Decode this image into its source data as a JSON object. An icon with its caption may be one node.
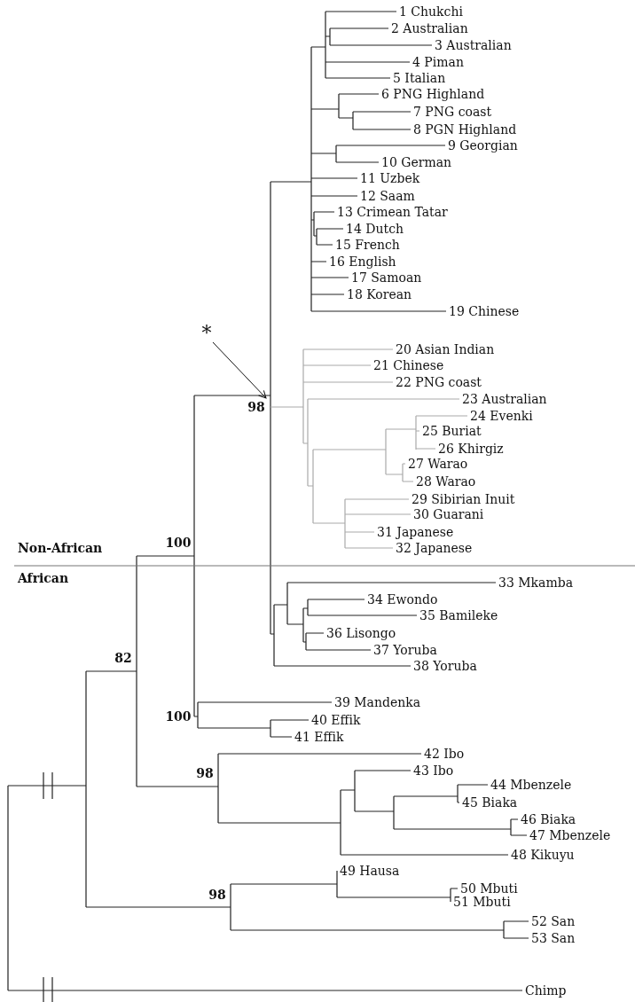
{
  "diagram": {
    "nodes": [
      {
        "text": [
          "*"
        ]
      },
      {
        "text": [
          "98"
        ]
      }
    ],
    "edges": [
      {
        "from": 0,
        "to": 1,
        "arrow": "to"
      }
    ],
    "labels": [
      "1 Chukchi",
      "2 Australian",
      "3 Australian",
      "4 Piman",
      "5 Italian",
      "6 PNG Highland",
      "7 PNG coast",
      "8 PGN Highland",
      "9 Georgian",
      "10 German",
      "11 Uzbek",
      "12 Saam",
      "13 Crimean Tatar",
      "14 Dutch",
      "15 French",
      "16 English",
      "17 Samoan",
      "18 Korean",
      "19 Chinese",
      "20 Asian Indian",
      "21 Chinese",
      "22 PNG coast",
      "23 Australian",
      "24 Evenki",
      "25 Buriat",
      "26 Khirgiz",
      "27 Warao",
      "28 Warao",
      "29 Sibirian Inuit",
      "30 Guarani",
      "31 Japanese",
      "32 Japanese",
      "100",
      "Non-African",
      "African",
      "33 Mkamba",
      "34 Ewondo",
      "35 Bamileke",
      "36 Lisongo",
      "37 Yoruba",
      "38 Yoruba",
      "82",
      "39 Mandenka",
      "100",
      "40 Effik",
      "41 Effik",
      "98",
      "42 Ibo",
      "43 Ibo",
      "44 Mbenzele",
      "45 Biaka",
      "46 Biaka",
      "47 Mbenzele",
      "48 Kikuyu",
      "98",
      "49 Hausa",
      "50 Mbuti",
      "51 Mbuti",
      "52 San",
      "53 San",
      "Chimp"
    ]
  }
}
